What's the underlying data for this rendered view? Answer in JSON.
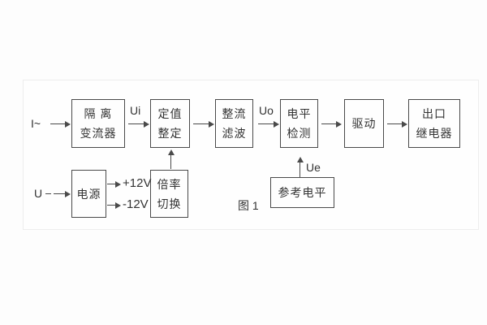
{
  "figure": {
    "caption": "图 1"
  },
  "signal_labels": {
    "input_current": "I~",
    "input_voltage": "U",
    "ui": "Ui",
    "uo": "Uo",
    "ue": "Ue",
    "rail_pos": "+12V",
    "rail_neg": "-12V"
  },
  "blocks": {
    "isolation_transformer": {
      "line1": "隔 离",
      "line2": "变流器"
    },
    "setting_adjustment": {
      "line1": "定值",
      "line2": "整定"
    },
    "rectifier_filter": {
      "line1": "整流",
      "line2": "滤波"
    },
    "level_detection": {
      "line1": "电平",
      "line2": "检测"
    },
    "driver": {
      "line1": "驱动"
    },
    "output_relay": {
      "line1": "出口",
      "line2": "继电器"
    },
    "power_supply": {
      "line1": "电源"
    },
    "ratio_switching": {
      "line1": "倍率",
      "line2": "切换"
    },
    "reference_level": {
      "line1": "参考电平"
    }
  },
  "colors": {
    "line": "#4a4a4a",
    "text": "#333333",
    "background": "#fdfdfd",
    "panel_edge": "#ededed"
  }
}
